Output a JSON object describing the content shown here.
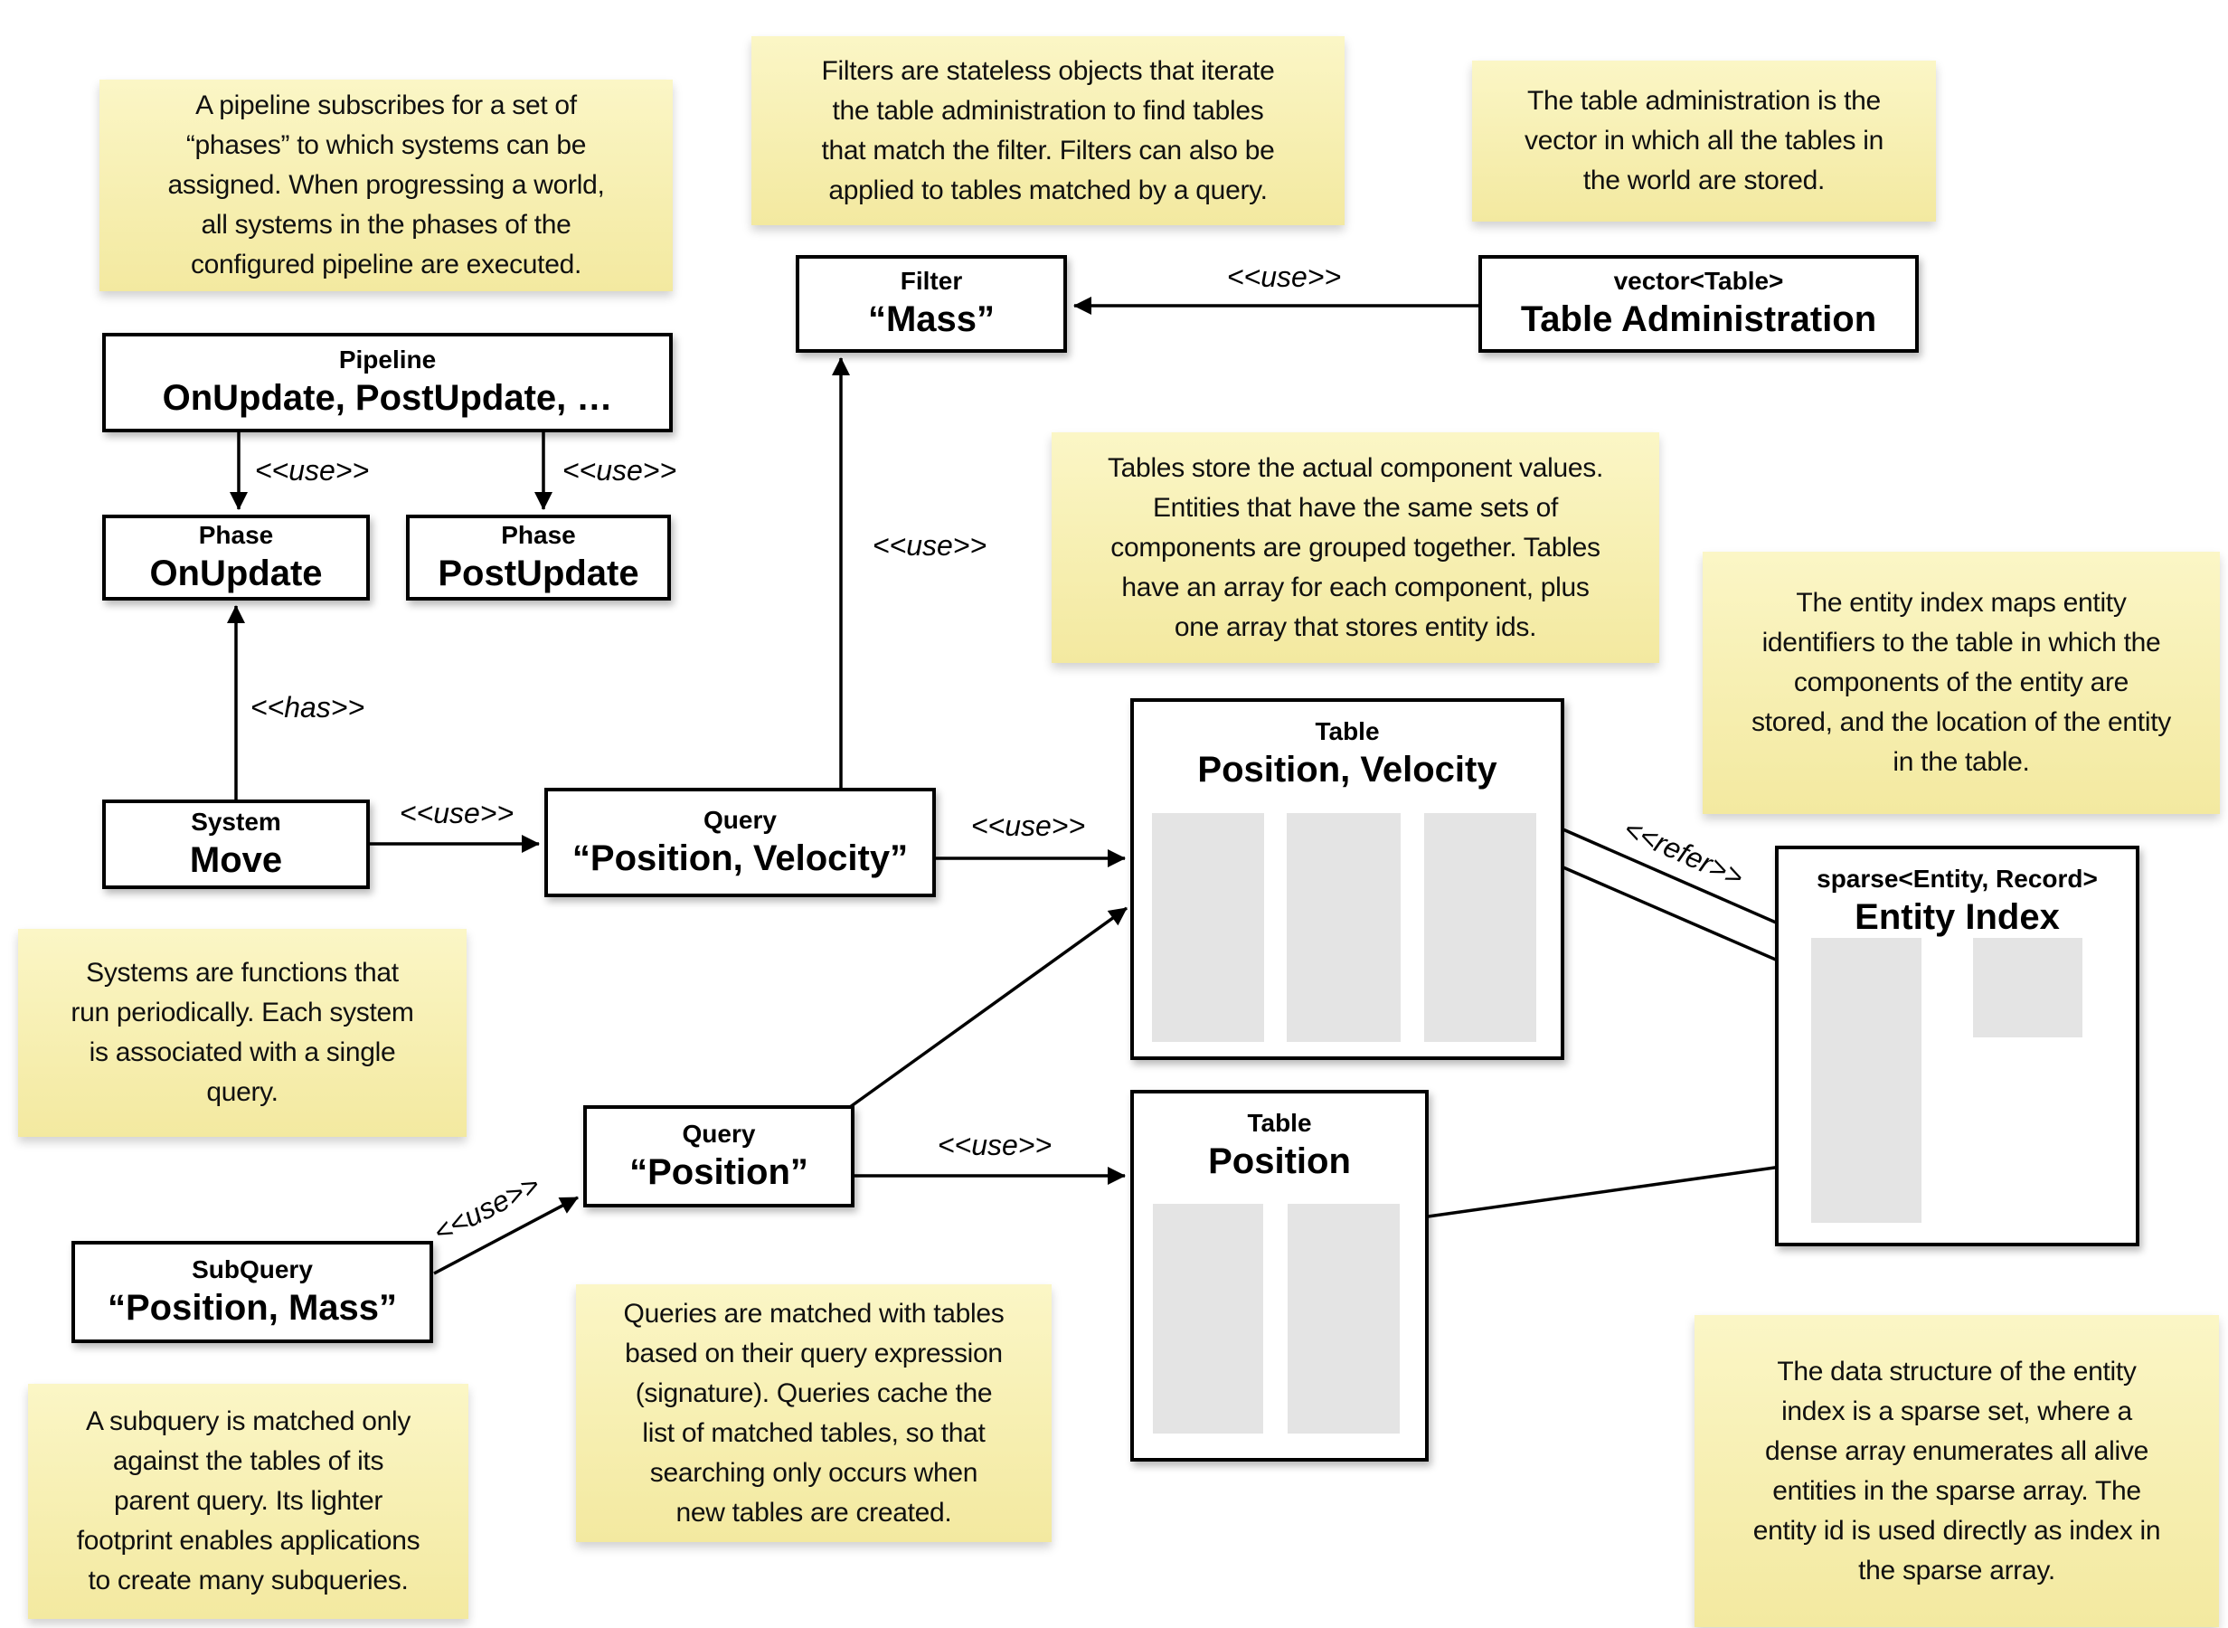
{
  "notes": {
    "pipeline": "A pipeline subscribes for a set of\n“phases” to which systems can be\nassigned. When progressing a world,\nall systems in the phases of the\nconfigured pipeline are executed.",
    "filters": "Filters are stateless objects that iterate\nthe table administration to find tables\nthat match the filter. Filters can also be\napplied to tables matched by a query.",
    "table_administration": "The table administration is the\nvector in which all the tables in\nthe world are stored.",
    "tables": "Tables store the actual component values.\nEntities that have the same sets of\ncomponents are grouped together. Tables\nhave an array for each component, plus\none array that stores entity ids.",
    "entity_index": "The entity index maps entity\nidentifiers to the table in which the\ncomponents of the entity are\nstored, and the location of the entity\nin the table.",
    "systems": "Systems are functions that\nrun periodically. Each system\nis associated with a single\nquery.",
    "queries": "Queries are matched with tables\nbased on their query expression\n(signature). Queries cache the\nlist of matched tables, so that\nsearching only occurs when\nnew tables are created.",
    "subquery": "A subquery is matched only\nagainst the tables of its\nparent query. Its lighter\nfootprint enables applications\nto create many subqueries.",
    "sparse_set": "The data structure of the entity\nindex is a sparse set, where a\ndense array enumerates all alive\nentities in the sparse array. The\nentity id is used directly as index in\nthe sparse array."
  },
  "boxes": {
    "pipeline": {
      "stereotype": "Pipeline",
      "name": "OnUpdate, PostUpdate, …"
    },
    "phase_onupdate": {
      "stereotype": "Phase",
      "name": "OnUpdate"
    },
    "phase_postupdate": {
      "stereotype": "Phase",
      "name": "PostUpdate"
    },
    "system_move": {
      "stereotype": "System",
      "name": "Move"
    },
    "query_position_velocity": {
      "stereotype": "Query",
      "name": "“Position, Velocity”"
    },
    "filter_mass": {
      "stereotype": "Filter",
      "name": "“Mass”"
    },
    "table_administration": {
      "stereotype": "vector<Table>",
      "name": "Table Administration"
    },
    "table_position_velocity": {
      "stereotype": "Table",
      "name": "Position, Velocity"
    },
    "table_position": {
      "stereotype": "Table",
      "name": "Position"
    },
    "query_position": {
      "stereotype": "Query",
      "name": "“Position”"
    },
    "subquery_position_mass": {
      "stereotype": "SubQuery",
      "name": "“Position, Mass”"
    },
    "entity_index": {
      "stereotype": "sparse<Entity, Record>",
      "name": "Entity Index"
    }
  },
  "edge_labels": {
    "use": "<<use>>",
    "has": "<<has>>",
    "refer": "<<refer>>"
  },
  "colors": {
    "note_background_top": "#fbf6c6",
    "note_background_bottom": "#f3e9a0",
    "box_border": "#000000",
    "column_fill": "#e4e4e4",
    "background": "#ffffff"
  }
}
